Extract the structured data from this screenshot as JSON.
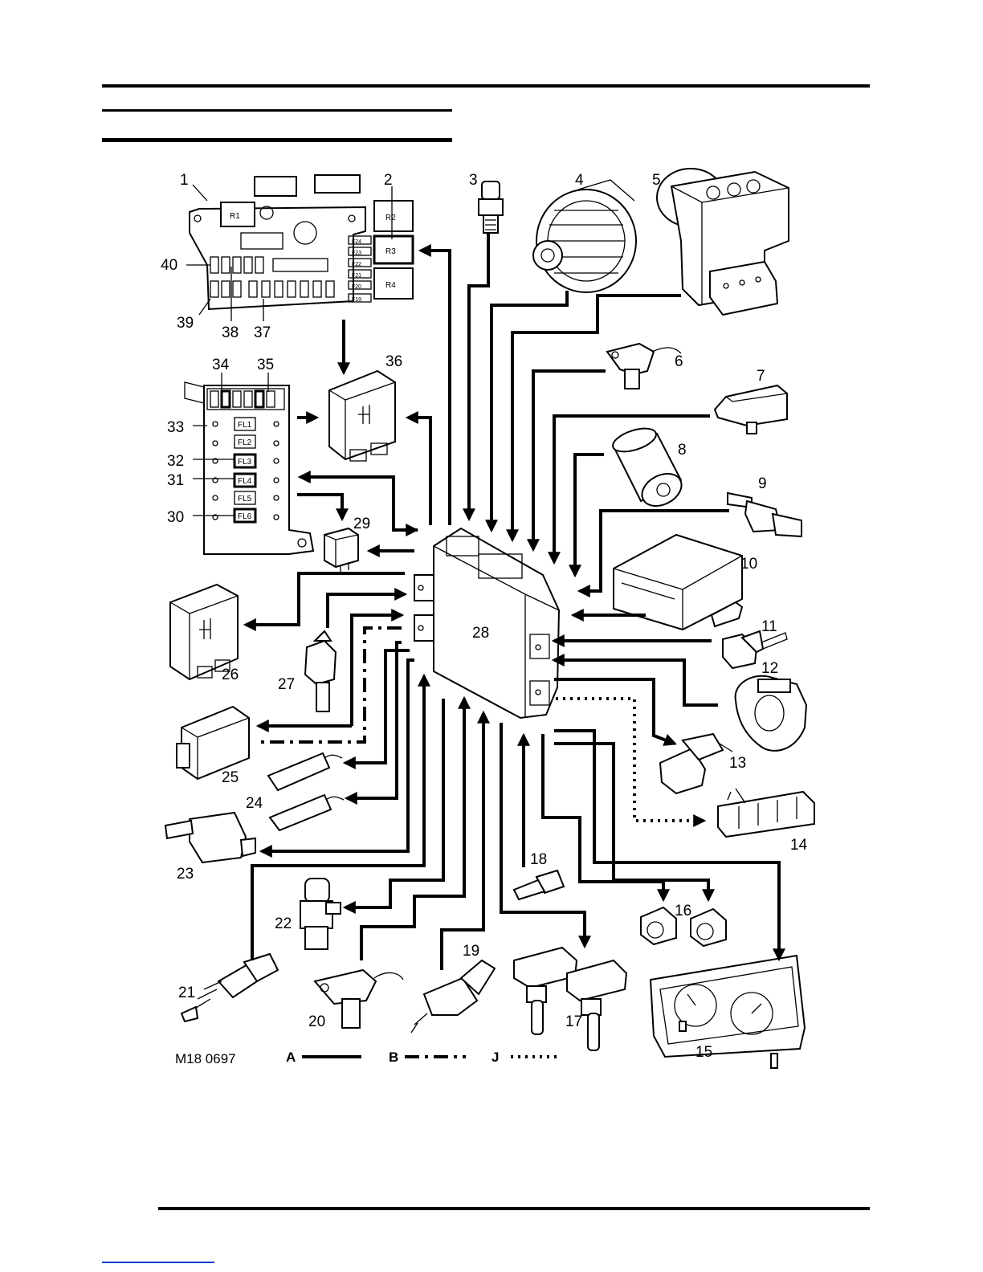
{
  "figure_id": "M18 0697",
  "legend": [
    {
      "key": "A",
      "style": "solid"
    },
    {
      "key": "B",
      "style": "dash-dot"
    },
    {
      "key": "J",
      "style": "dotted"
    }
  ],
  "component_labels": [
    "1",
    "2",
    "3",
    "4",
    "5",
    "6",
    "7",
    "8",
    "9",
    "10",
    "11",
    "12",
    "13",
    "14",
    "15",
    "16",
    "17",
    "18",
    "19",
    "20",
    "21",
    "22",
    "23",
    "24",
    "25",
    "26",
    "27",
    "28",
    "29",
    "30",
    "31",
    "32",
    "33",
    "34",
    "35",
    "36",
    "37",
    "38",
    "39",
    "40"
  ],
  "fuse_box_relays": [
    "R1",
    "R2",
    "R3",
    "R4"
  ],
  "fuse_box_fuses": [
    "F24",
    "F23",
    "F22",
    "F21",
    "F20",
    "F19"
  ],
  "fusible_links": [
    "FL1",
    "FL2",
    "FL3",
    "FL4",
    "FL5",
    "FL6"
  ],
  "colors": {
    "ink": "#000000",
    "paper": "#ffffff",
    "link": "#1a3fd0"
  }
}
